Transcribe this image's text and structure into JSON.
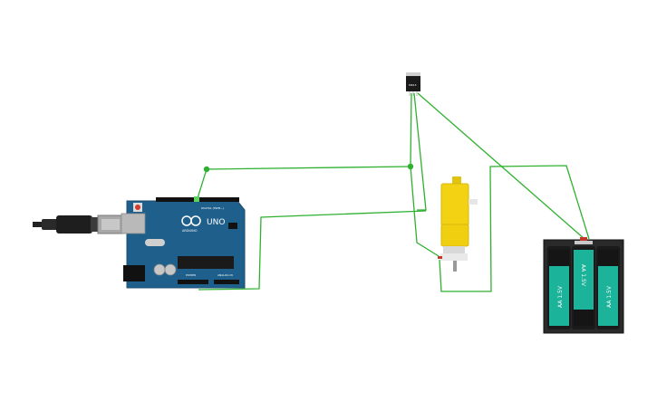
{
  "canvas": {
    "background": "#ffffff"
  },
  "colors": {
    "wire": "#2fb12f",
    "arduino_board": "#1f5f8b",
    "arduino_board_dark": "#184d70",
    "arduino_text": "#ffffff",
    "motor_body": "#f2d213",
    "battery_pack": "#2a2a2a",
    "battery_cell": "#1bb39a",
    "usb_cable": "#222222",
    "regulator": "#1a1a1a"
  },
  "arduino": {
    "brand": "ARDUINO",
    "model": "UNO",
    "label_digital": "DIGITAL (PWM~)",
    "label_analog": "ANALOG IN",
    "label_power": "POWER"
  },
  "regulator": {
    "label": "MR15"
  },
  "battery_pack": {
    "cells": [
      {
        "label": "AA 1.5V",
        "orientation": "up"
      },
      {
        "label": "AA 1.5V",
        "orientation": "down"
      },
      {
        "label": "AA 1.5V",
        "orientation": "up"
      }
    ]
  },
  "icons": {
    "usb": "usb-cable-icon",
    "motor": "dc-motor-icon",
    "regulator": "voltage-regulator-icon",
    "battery": "battery-pack-icon"
  }
}
